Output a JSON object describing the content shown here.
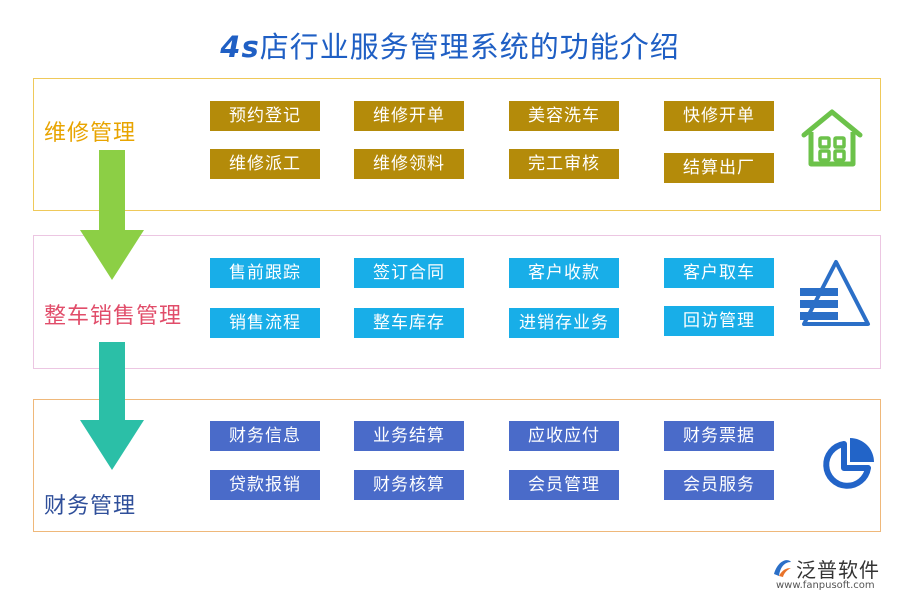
{
  "title": {
    "prefix": "4s",
    "main": "店行业服务管理系统的功能介绍"
  },
  "sections": [
    {
      "label": "维修管理",
      "color": "#e8a400",
      "button_color": "#b48b0a",
      "icon": "house-grid-icon",
      "items": [
        "预约登记",
        "维修开单",
        "美容洗车",
        "快修开单",
        "维修派工",
        "维修领料",
        "完工审核",
        "结算出厂"
      ]
    },
    {
      "label": "整车销售管理",
      "color": "#e14d6a",
      "button_color": "#18aee8",
      "icon": "pyramid-chart-icon",
      "items": [
        "售前跟踪",
        "签订合同",
        "客户收款",
        "客户取车",
        "销售流程",
        "整车库存",
        "进销存业务",
        "回访管理"
      ]
    },
    {
      "label": "财务管理",
      "color": "#2f4f9a",
      "button_color": "#4a6bc9",
      "icon": "pie-chart-icon",
      "items": [
        "财务信息",
        "业务结算",
        "应收应付",
        "财务票据",
        "贷款报销",
        "财务核算",
        "会员管理",
        "会员服务"
      ]
    }
  ],
  "arrows": [
    {
      "name": "arrow-down-green",
      "color": "#8ccf45"
    },
    {
      "name": "arrow-down-teal",
      "color": "#2bbfa7"
    }
  ],
  "logo": {
    "name": "泛普软件",
    "url": "www.fanpusoft.com"
  }
}
